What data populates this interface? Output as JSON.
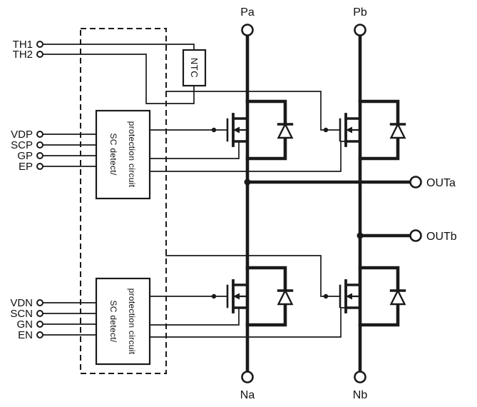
{
  "labels": {
    "pa": "Pa",
    "pb": "Pb",
    "na": "Na",
    "nb": "Nb",
    "outa": "OUTa",
    "outb": "OUTb",
    "ntc": "NTC"
  },
  "inputs": [
    "TH1",
    "TH2",
    "VDP",
    "SCP",
    "GP",
    "EP",
    "VDN",
    "SCN",
    "GN",
    "EN"
  ],
  "protection_block": {
    "line1": "SC detect/",
    "line2": "protection circuit"
  },
  "colors": {
    "line": "#1a1a1a",
    "background": "#ffffff"
  }
}
